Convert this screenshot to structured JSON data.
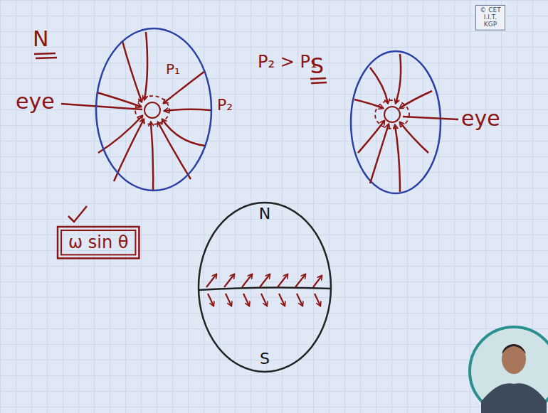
{
  "diagram": {
    "nodes": [
      {
        "text": [
          "P₁"
        ]
      },
      {
        "text": [
          "ω sin θ"
        ]
      },
      {
        "text": [
          "N",
          "S"
        ]
      },
      {
        "text": [
          "© CET I.I.T. KGP"
        ]
      }
    ],
    "labels": [
      "N",
      "eye",
      "P₂",
      "P₂ > P₁",
      "S",
      "eye"
    ]
  }
}
